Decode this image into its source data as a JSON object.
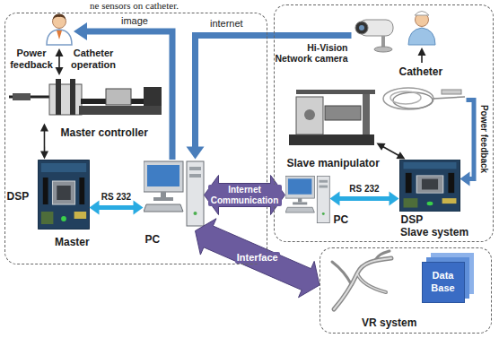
{
  "diagram": {
    "nodes": [
      {
        "text": [
          "Master"
        ]
      },
      {
        "text": [
          "Master controller"
        ],
        "in": 0
      },
      {
        "text": [
          "DSP"
        ],
        "in": 0
      },
      {
        "text": [
          "PC"
        ],
        "in": 0
      },
      {
        "text": [
          "Slave system"
        ]
      },
      {
        "text": [
          "Hi-Vision Network camera"
        ],
        "in": 4
      },
      {
        "text": [
          "Catheter"
        ],
        "in": 4
      },
      {
        "text": [
          "Slave manipulator"
        ],
        "in": 4
      },
      {
        "text": [
          "PC"
        ],
        "in": 4
      },
      {
        "text": [
          "DSP"
        ],
        "in": 4
      },
      {
        "text": [
          "VR system"
        ]
      },
      {
        "text": [
          "Data Base"
        ],
        "in": 10
      }
    ],
    "edges": [
      {
        "from": 1,
        "to": 2,
        "arrow": "both"
      },
      {
        "from": 2,
        "to": 3,
        "label": "RS 232",
        "arrow": "both"
      },
      {
        "from": 5,
        "to": 3,
        "label": "internet",
        "arrow": "to"
      },
      {
        "from": 3,
        "to": 8,
        "label": "Internet Communication",
        "arrow": "both"
      },
      {
        "from": 3,
        "to": 10,
        "label": "Interface",
        "arrow": "both"
      },
      {
        "from": 6,
        "to": 9,
        "label": "Power feedback",
        "arrow": "to"
      },
      {
        "from": 7,
        "to": 9,
        "arrow": "both"
      },
      {
        "from": 8,
        "to": 9,
        "label": "RS 232",
        "arrow": "both"
      }
    ],
    "labels": [
      "ne sensors on catheter.",
      "image",
      "Power feedback",
      "Catheter operation"
    ]
  }
}
